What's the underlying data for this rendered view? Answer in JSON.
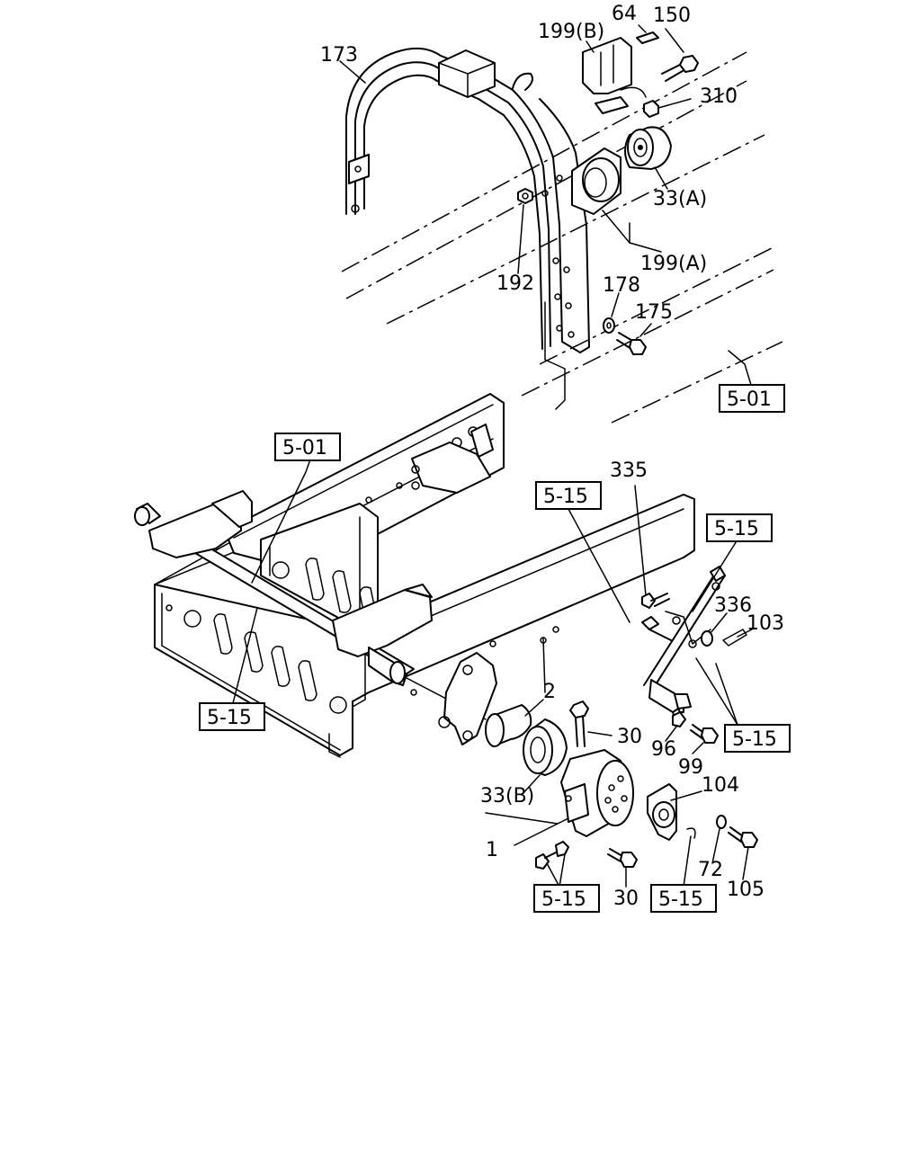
{
  "callouts": {
    "p173": "173",
    "p64": "64",
    "p150": "150",
    "p199b": "199(B)",
    "p310": "310",
    "p33a": "33(A)",
    "p199a": "199(A)",
    "p192": "192",
    "p178": "178",
    "p175": "175",
    "p335": "335",
    "p336": "336",
    "p103": "103",
    "p2": "2",
    "p30a": "30",
    "p96": "96",
    "p99": "99",
    "p104": "104",
    "p33b": "33(B)",
    "p1": "1",
    "p72": "72",
    "p105": "105",
    "p30b": "30"
  },
  "references": {
    "r501a": "5-01",
    "r501b": "5-01",
    "r515a": "5-15",
    "r515b": "5-15",
    "r515c": "5-15",
    "r515d": "5-15",
    "r515e": "5-15",
    "r515f": "5-15"
  }
}
